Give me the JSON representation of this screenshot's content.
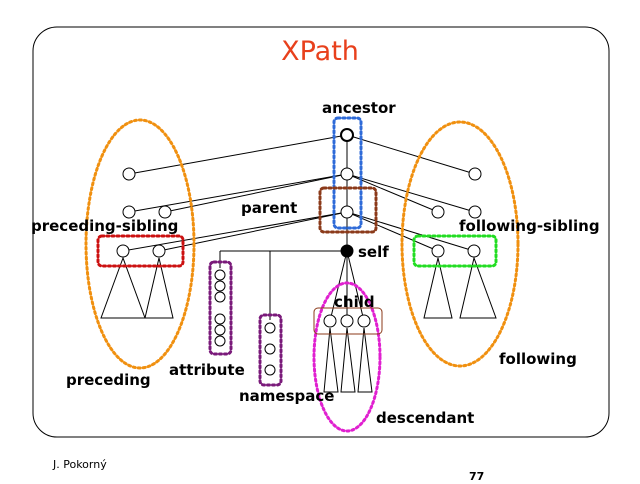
{
  "title": "XPath",
  "labels": {
    "ancestor": "ancestor",
    "parent": "parent",
    "preceding_sibling": "preceding-sibling",
    "following_sibling": "following-sibling",
    "self": "self",
    "child": "child",
    "attribute": "attribute",
    "namespace": "namespace",
    "preceding": "preceding",
    "following": "following",
    "descendant": "descendant"
  },
  "footer": {
    "author": "J. Pokorný",
    "page": "77"
  },
  "colors": {
    "title": "#e8401c",
    "ancestor": "#2f6bd8",
    "parent": "#8b3a1a",
    "preceding_sibling": "#cc1111",
    "following_sibling": "#22dd22",
    "preceding_following": "#f09010",
    "attribute_namespace": "#7a1a7a",
    "descendant": "#e020d0"
  }
}
